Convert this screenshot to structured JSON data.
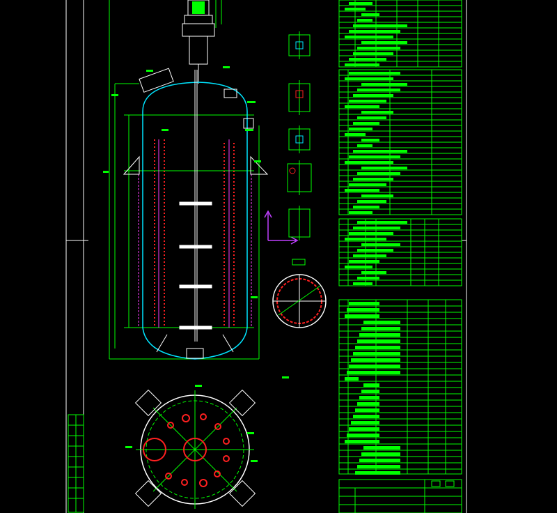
{
  "drawing": {
    "title": "",
    "colors": {
      "background": "#000000",
      "frame": "#ffffff",
      "dimension": "#00ff00",
      "shell": "#00e5ff",
      "coil": "#ff2020",
      "jacket": "#ff40ff",
      "axis_marker": "#c040ff",
      "annotation": "#ffff00"
    },
    "views": [
      "main-elevation-view",
      "plan-view",
      "nozzle-detail-1",
      "nozzle-detail-2",
      "nozzle-detail-3",
      "nozzle-detail-4",
      "nozzle-detail-5",
      "ring-section-view"
    ],
    "tables": [
      "technical-requirements-table",
      "design-data-table",
      "nozzle-table",
      "parts-list-table",
      "title-block"
    ]
  }
}
